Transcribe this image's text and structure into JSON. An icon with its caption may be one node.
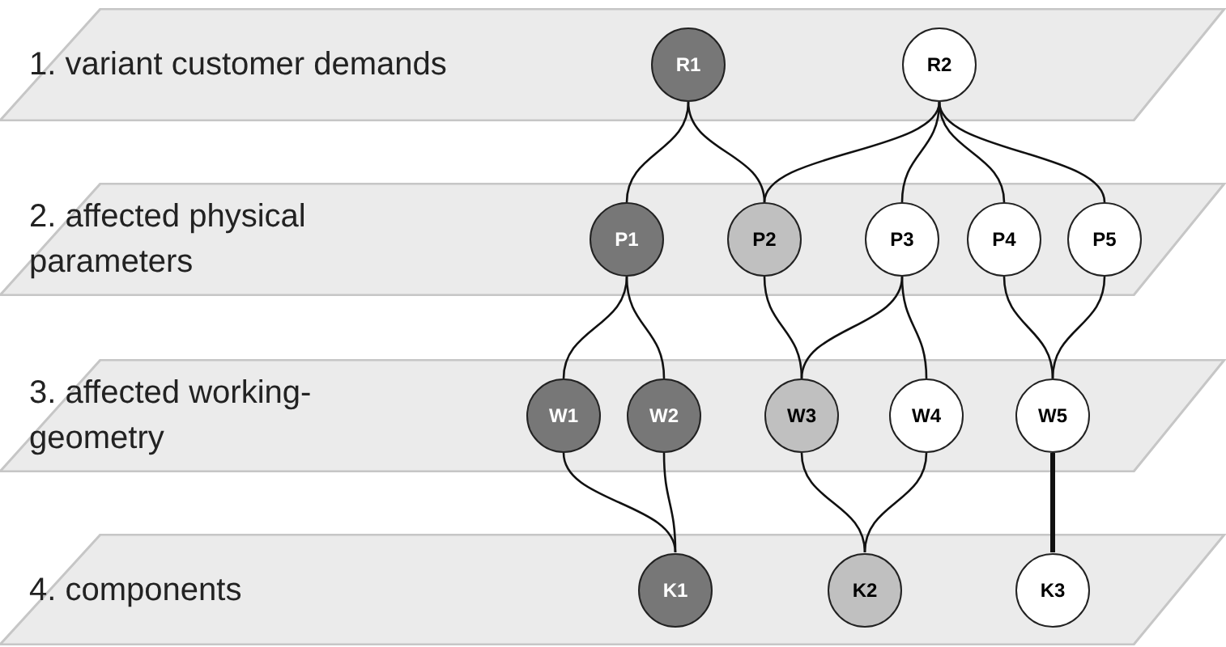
{
  "diagram": {
    "nodes": [
      {
        "text": [
          "1. variant customer demands"
        ]
      },
      {
        "text": [
          "2. affected physical parameters"
        ]
      },
      {
        "text": [
          "3. affected working-geometry"
        ]
      },
      {
        "text": [
          "4. components"
        ]
      },
      {
        "text": [
          "R1"
        ],
        "in": 0
      },
      {
        "text": [
          "R2"
        ],
        "in": 0
      },
      {
        "text": [
          "P1"
        ],
        "in": 1
      },
      {
        "text": [
          "P2"
        ],
        "in": 1
      },
      {
        "text": [
          "P3"
        ],
        "in": 1
      },
      {
        "text": [
          "P4"
        ],
        "in": 1
      },
      {
        "text": [
          "P5"
        ],
        "in": 1
      },
      {
        "text": [
          "W1"
        ],
        "in": 2
      },
      {
        "text": [
          "W2"
        ],
        "in": 2
      },
      {
        "text": [
          "W3"
        ],
        "in": 2
      },
      {
        "text": [
          "W4"
        ],
        "in": 2
      },
      {
        "text": [
          "W5"
        ],
        "in": 2
      },
      {
        "text": [
          "K1"
        ],
        "in": 3
      },
      {
        "text": [
          "K2"
        ],
        "in": 3
      },
      {
        "text": [
          "K3"
        ],
        "in": 3
      }
    ],
    "edges": [
      {
        "from": 4,
        "to": 6,
        "arrow": "none"
      },
      {
        "from": 4,
        "to": 7,
        "arrow": "none"
      },
      {
        "from": 5,
        "to": 7,
        "arrow": "none"
      },
      {
        "from": 5,
        "to": 8,
        "arrow": "none"
      },
      {
        "from": 5,
        "to": 9,
        "arrow": "none"
      },
      {
        "from": 5,
        "to": 10,
        "arrow": "none"
      },
      {
        "from": 6,
        "to": 11,
        "arrow": "none"
      },
      {
        "from": 6,
        "to": 12,
        "arrow": "none"
      },
      {
        "from": 7,
        "to": 13,
        "arrow": "none"
      },
      {
        "from": 8,
        "to": 13,
        "arrow": "none"
      },
      {
        "from": 8,
        "to": 14,
        "arrow": "none"
      },
      {
        "from": 9,
        "to": 15,
        "arrow": "none"
      },
      {
        "from": 10,
        "to": 15,
        "arrow": "none"
      },
      {
        "from": 11,
        "to": 16,
        "arrow": "none"
      },
      {
        "from": 12,
        "to": 16,
        "arrow": "none"
      },
      {
        "from": 13,
        "to": 17,
        "arrow": "none"
      },
      {
        "from": 14,
        "to": 17,
        "arrow": "none"
      },
      {
        "from": 15,
        "to": 18,
        "arrow": "none",
        "style": "thick"
      }
    ]
  }
}
